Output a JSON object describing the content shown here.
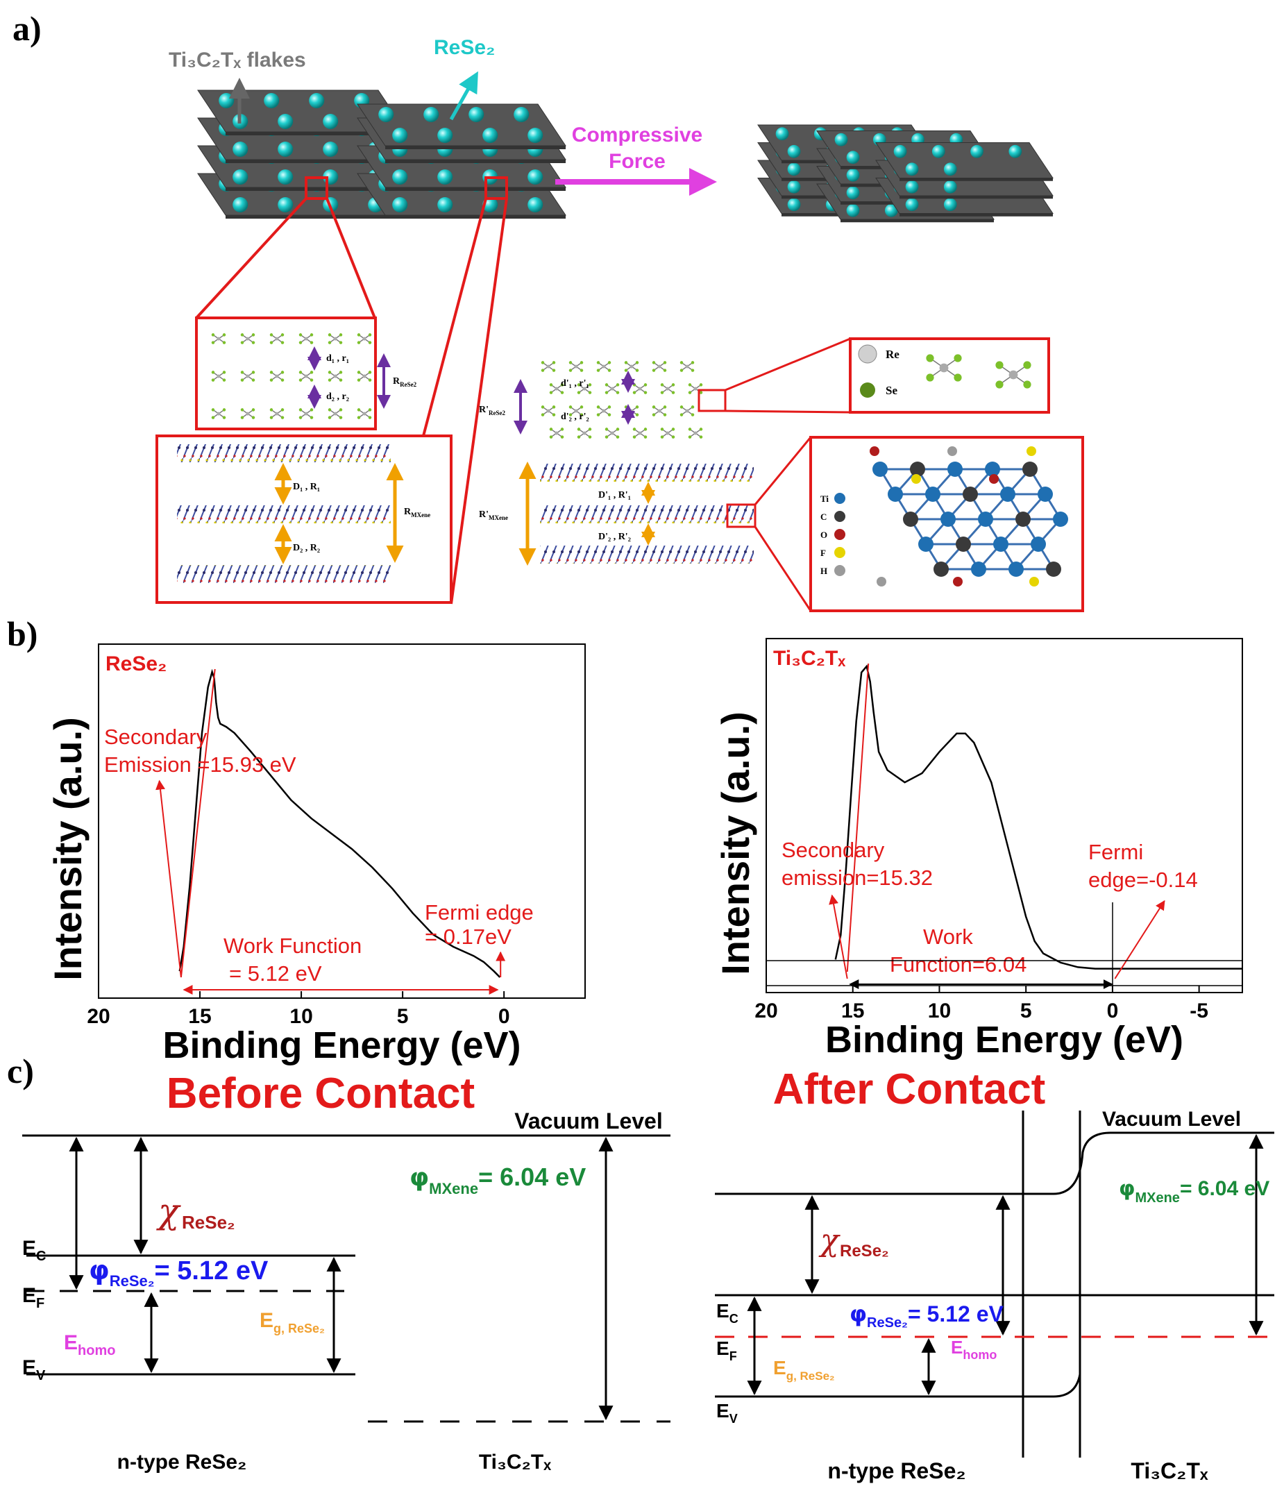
{
  "panel_labels": {
    "a": "a)",
    "b": "b)",
    "c": "c)"
  },
  "panel_a": {
    "flakes_label": "Ti₃C₂Tₓ flakes",
    "rese2_label": "ReSe₂",
    "arrow_label_1": "Compressive",
    "arrow_label_2": "Force",
    "rese2_inset": {
      "d1": "d₁ , r₁",
      "d2": "d₂ , r₂",
      "R": "Rᴿᵉˢᵉ²",
      "R_text": "R",
      "R_sub": "ReSe2"
    },
    "rese2_inset_after": {
      "d1": "d'₁ , r'₁",
      "d2": "d'₂ , r'₂",
      "R_text": "R'",
      "R_sub": "ReSe2"
    },
    "mxene_inset": {
      "D1": "D₁ , R₁",
      "D2": "D₂ , R₂",
      "R_text": "R",
      "R_sub": "MXene"
    },
    "mxene_inset_after": {
      "D1": "D'₁ , R'₁",
      "D2": "D'₂ , R'₂",
      "R_text": "R'",
      "R_sub": "MXene"
    },
    "legend_rese2": [
      {
        "symbol": "Re",
        "color": "#c8c8c8"
      },
      {
        "symbol": "Se",
        "color": "#5a8a1a"
      }
    ],
    "legend_mxene": [
      {
        "symbol": "Ti",
        "color": "#1f6fb2"
      },
      {
        "symbol": "C",
        "color": "#3a3a3a"
      },
      {
        "symbol": "O",
        "color": "#b01c1c"
      },
      {
        "symbol": "F",
        "color": "#e6d400"
      },
      {
        "symbol": "H",
        "color": "#9a9a9a"
      }
    ]
  },
  "chart_data": [
    {
      "type": "line",
      "title": "ReSe₂",
      "xlabel": "Binding Energy (eV)",
      "ylabel": "Intensity (a.u.)",
      "xlim": [
        20,
        -4
      ],
      "xticks": [
        "20",
        "15",
        "10",
        "5",
        "0"
      ],
      "x": [
        16.0,
        15.8,
        15.5,
        15.2,
        14.9,
        14.6,
        14.4,
        14.3,
        14.2,
        14.1,
        14.0,
        13.7,
        13.3,
        12.5,
        11.5,
        10.5,
        9.5,
        8.5,
        7.5,
        6.5,
        5.5,
        4.5,
        3.5,
        2.5,
        1.5,
        1.0,
        0.5,
        0.2
      ],
      "y": [
        0.02,
        0.1,
        0.3,
        0.55,
        0.8,
        0.95,
        1.0,
        0.98,
        0.9,
        0.85,
        0.83,
        0.82,
        0.8,
        0.74,
        0.66,
        0.58,
        0.52,
        0.47,
        0.42,
        0.36,
        0.29,
        0.21,
        0.14,
        0.1,
        0.07,
        0.05,
        0.02,
        0.0
      ],
      "annotations": {
        "secondary_1": "Secondary",
        "secondary_2": "Emission =15.93 eV",
        "fermi_1": "Fermi edge",
        "fermi_2": "= 0.17eV",
        "wf_1": "Work Function",
        "wf_2": "= 5.12 eV"
      },
      "secondary_emission": 15.93,
      "fermi_edge": 0.17,
      "work_function": 5.12
    },
    {
      "type": "line",
      "title": "Ti₃C₂Tₓ",
      "xlabel": "Binding Energy (eV)",
      "ylabel": "Intensity (a.u.)",
      "xlim": [
        20,
        -7.5
      ],
      "xticks": [
        "20",
        "15",
        "10",
        "5",
        "0",
        "-5"
      ],
      "x": [
        16.0,
        15.7,
        15.4,
        15.1,
        14.8,
        14.5,
        14.2,
        14.0,
        13.8,
        13.5,
        13.0,
        12.0,
        11.0,
        10.0,
        9.0,
        8.5,
        8.0,
        7.0,
        6.0,
        5.0,
        4.5,
        4.0,
        3.0,
        2.0,
        1.0,
        0.0,
        -7.5
      ],
      "y": [
        0.04,
        0.12,
        0.33,
        0.58,
        0.82,
        0.98,
        1.0,
        0.95,
        0.85,
        0.72,
        0.66,
        0.62,
        0.65,
        0.72,
        0.78,
        0.78,
        0.75,
        0.62,
        0.4,
        0.18,
        0.1,
        0.06,
        0.03,
        0.015,
        0.01,
        0.01,
        0.01
      ],
      "annotations": {
        "secondary_1": "Secondary",
        "secondary_2": "emission=15.32",
        "fermi_1": "Fermi",
        "fermi_2": "edge=-0.14",
        "wf_1": "Work",
        "wf_2": "Function=6.04"
      },
      "secondary_emission": 15.32,
      "fermi_edge": -0.14,
      "work_function": 6.04
    }
  ],
  "panel_c": {
    "before": {
      "title": "Before Contact",
      "vacuum": "Vacuum Level",
      "phi_mxene": "= 6.04 eV",
      "phi_mxene_sub": "MXene",
      "chi_sub": "ReSe₂",
      "phi_rese2": "= 5.12 eV",
      "phi_rese2_sub": "ReSe₂",
      "ec": "E",
      "ec_sub": "C",
      "ef": "E",
      "ef_sub": "F",
      "ev": "E",
      "ev_sub": "V",
      "ehomo": "E",
      "ehomo_sub": "homo",
      "eg": "E",
      "eg_sub": "g, ReSe₂",
      "label_left": "n-type ReSe₂",
      "label_right": "Ti₃C₂Tₓ"
    },
    "after": {
      "title": "After Contact",
      "vacuum": "Vacuum Level",
      "phi_mxene": "= 6.04 eV",
      "phi_mxene_sub": "MXene",
      "chi_sub": "ReSe₂",
      "phi_rese2": "= 5.12 eV",
      "phi_rese2_sub": "ReSe₂",
      "ec": "E",
      "ec_sub": "C",
      "ef": "E",
      "ef_sub": "F",
      "ev": "E",
      "ev_sub": "V",
      "ehomo": "E",
      "ehomo_sub": "homo",
      "eg": "E",
      "eg_sub": "g, ReSe₂",
      "label_left": "n-type ReSe₂",
      "label_right": "Ti₃C₂Tₓ"
    }
  },
  "colors": {
    "red": "#e31a1a",
    "cyan": "#1ec8c8",
    "magenta": "#e040e0",
    "purple": "#6a2fa0",
    "orange": "#f0a000",
    "green": "#1a8a3a",
    "blue": "#1a1aee",
    "darkred": "#b01c1c",
    "sheet": "#5a5a5a"
  }
}
